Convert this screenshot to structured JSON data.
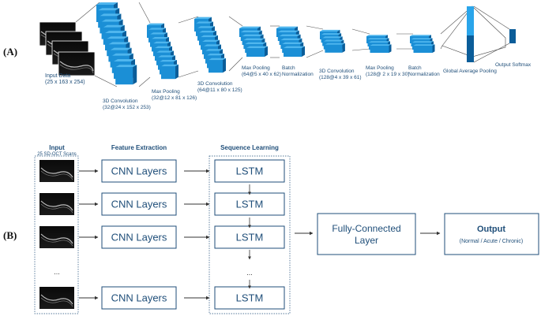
{
  "panel_a": {
    "label": "(A)",
    "input_data": {
      "title": "Input Data",
      "dims": "(25 x 163 x 254)",
      "dots": "..."
    },
    "conv1": {
      "title": "3D Convolution",
      "dims": "(32@24 x 152 x 253)"
    },
    "pool1": {
      "title": "Max Pooling",
      "dims": "(32@12 x 81 x 126)"
    },
    "conv2": {
      "title": "3D Convolution",
      "dims": "(64@11 x 80 x 125)"
    },
    "pool2": {
      "title": "Max Pooling",
      "dims": "(64@5 x 40 x 62)"
    },
    "bn1": {
      "title": "Batch",
      "title2": "Normalization"
    },
    "conv3": {
      "title": "3D Convolution",
      "dims": "(128@4 x 39 x 61)"
    },
    "pool3": {
      "title": "Max Pooling",
      "dims": "(128@ 2 x 19 x 30)"
    },
    "bn2": {
      "title": "Batch",
      "title2": "Normalization"
    },
    "gap": {
      "title": "Global Average Pooling"
    },
    "softmax": {
      "title": "Output Softmax"
    }
  },
  "panel_b": {
    "label": "(B)",
    "input_title": "Input",
    "input_subtitle": "25 SD-OCT Scans",
    "feature_title": "Feature Extraction",
    "sequence_title": "Sequence Learning",
    "cnn_label": "CNN Layers",
    "lstm_label": "LSTM",
    "dots": "...",
    "fc_line1": "Fully-Connected",
    "fc_line2": "Layer",
    "output_title": "Output",
    "output_classes": "(Normal / Acute / Chronic)"
  },
  "colors": {
    "block_front": "#1b8fd6",
    "block_top": "#4fb6ee",
    "block_side": "#0b5d99",
    "gap_light": "#2aa5ea",
    "box_border": "#1f4e79",
    "text": "#1f4e79"
  }
}
